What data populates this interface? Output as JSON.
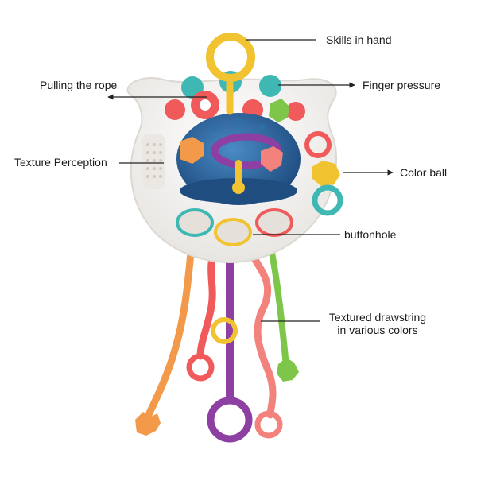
{
  "annotations": {
    "skills_in_hand": "Skills in hand",
    "pulling_the_rope": "Pulling the rope",
    "finger_pressure": "Finger pressure",
    "texture_perception": "Texture Perception",
    "color_ball": "Color ball",
    "buttonhole": "buttonhole",
    "drawstring_line1": "Textured drawstring",
    "drawstring_line2": "in various colors"
  },
  "colors": {
    "base_white": "#f4f2ef",
    "dome_blue": "#2f6fa8",
    "dome_navy": "#1f4d80",
    "teal": "#3fb7b3",
    "pink_red": "#f05a5a",
    "coral": "#f07b6d",
    "orange": "#f39a4a",
    "yellow": "#f2c330",
    "purple": "#8e3fa2",
    "green": "#7ec64a",
    "salmon": "#f2827b",
    "pink": "#f06c8c"
  }
}
